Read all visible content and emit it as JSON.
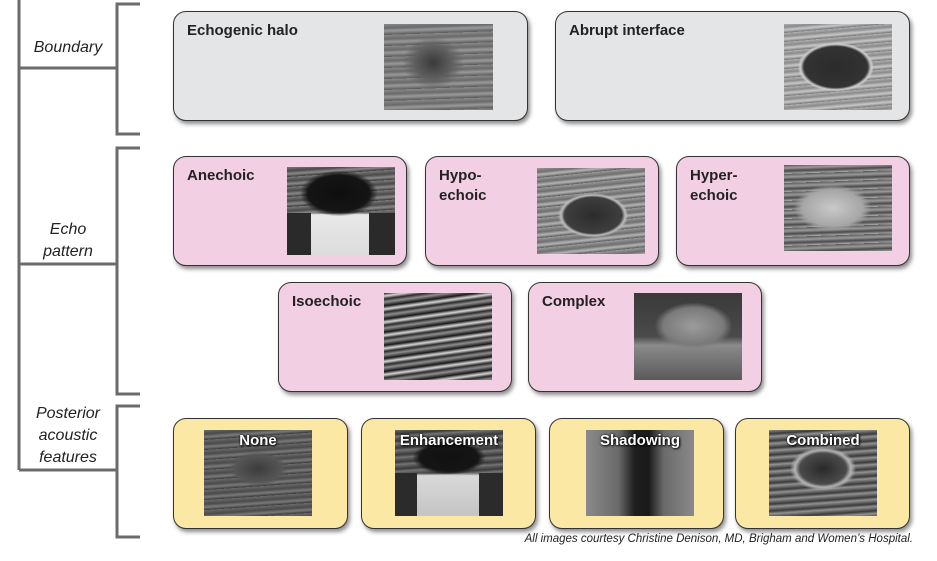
{
  "categories": [
    {
      "id": "boundary",
      "label": "Boundary"
    },
    {
      "id": "echo",
      "label": "Echo\npattern"
    },
    {
      "id": "posterior",
      "label": "Posterior\nacoustic\nfeatures"
    }
  ],
  "boundary": {
    "echogenic_halo": "Echogenic halo",
    "abrupt_interface": "Abrupt interface"
  },
  "echo_pattern": {
    "anechoic": "Anechoic",
    "hypoechoic": "Hypo-\nechoic",
    "hyperechoic": "Hyper-\nechoic",
    "isoechoic": "Isoechoic",
    "complex": "Complex"
  },
  "posterior": {
    "none": "None",
    "enhancement": "Enhancement",
    "shadowing": "Shadowing",
    "combined": "Combined"
  },
  "caption": "All images courtesy Christine Denison, MD, Brigham and Women’s Hospital.",
  "colors": {
    "boundary_card": "#e3e5e6",
    "echo_card": "#f3cfe4",
    "posterior_card": "#fbe8a4",
    "bracket": "#6b6b6b"
  }
}
